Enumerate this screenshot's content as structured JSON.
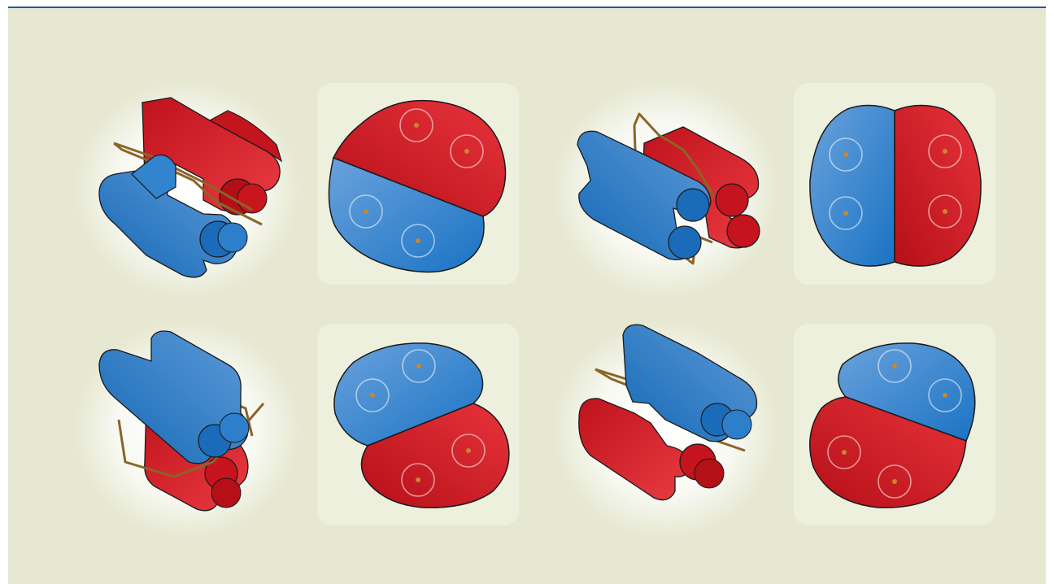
{
  "figure": {
    "background_color": "#e6e8d1",
    "rule_color": "#1e5aa3",
    "panel_color": "#eef0de",
    "halo_color": "#ffffff",
    "wire_color": "#8a6528",
    "dot_color": "#c8862e",
    "blue_light": "#6aa2dc",
    "blue_dark": "#1a73c4",
    "red_light": "#e8333b",
    "red_dark": "#c0121c",
    "quadrants": [
      {
        "id": "top-left",
        "view_a": "blue-front-red-back",
        "view_b": "red-top-blue-bottom"
      },
      {
        "id": "top-right",
        "view_a": "blue-front-red-back",
        "view_b": "blue-left-red-right"
      },
      {
        "id": "bottom-left",
        "view_a": "blue-top-red-bottom",
        "view_b": "blue-top-red-bottom"
      },
      {
        "id": "bottom-right",
        "view_a": "blue-top-red-bottom",
        "view_b": "blue-top-red-bottom"
      }
    ]
  }
}
